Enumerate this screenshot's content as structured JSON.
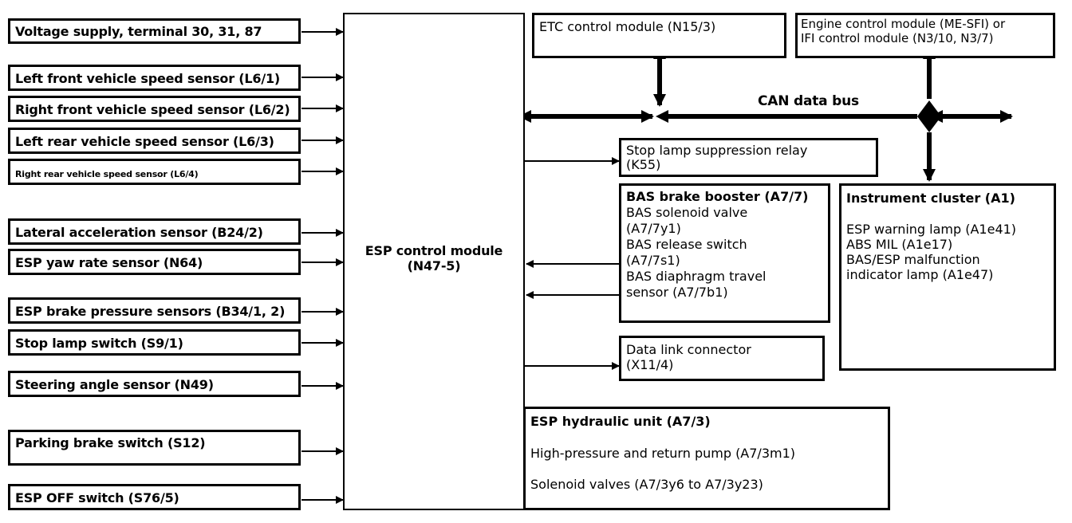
{
  "inputs": [
    {
      "name": "input-voltage-supply",
      "label": "Voltage supply, terminal 30, 31, 87"
    },
    {
      "name": "input-left-front-speed",
      "label": "Left front vehicle speed sensor (L6/1)"
    },
    {
      "name": "input-right-front-speed",
      "label": "Right front vehicle speed sensor (L6/2)"
    },
    {
      "name": "input-left-rear-speed",
      "label": "Left rear vehicle speed sensor (L6/3)"
    },
    {
      "name": "input-right-rear-speed",
      "label": "Right rear vehicle speed sensor (L6/4)"
    },
    {
      "name": "input-lateral-accel",
      "label": "Lateral acceleration sensor (B24/2)"
    },
    {
      "name": "input-yaw-rate",
      "label": "ESP yaw rate sensor (N64)"
    },
    {
      "name": "input-brake-pressure",
      "label": "ESP brake pressure sensors (B34/1, 2)"
    },
    {
      "name": "input-stop-lamp-switch",
      "label": "Stop lamp switch (S9/1)"
    },
    {
      "name": "input-steering-angle",
      "label": "Steering angle sensor (N49)"
    },
    {
      "name": "input-parking-brake",
      "label": "Parking brake switch (S12)"
    },
    {
      "name": "input-esp-off",
      "label": "ESP OFF switch (S76/5)"
    }
  ],
  "esp_module": {
    "line1": "ESP control module",
    "line2": "(N47-5)"
  },
  "etc_module": "ETC control module (N15/3)",
  "engine_module": {
    "line1": "Engine control module (ME-SFI) or",
    "line2": "IFI control module (N3/10, N3/7)"
  },
  "can_bus": "CAN data bus",
  "stop_relay": {
    "line1": "Stop lamp suppression relay",
    "line2": "(K55)"
  },
  "bas": {
    "line1": "BAS brake booster (A7/7)",
    "line2": "BAS solenoid valve",
    "line3": "(A7/7y1)",
    "line4": "BAS release switch",
    "line5": "(A7/7s1)",
    "line6": "BAS diaphragm travel",
    "line7": "sensor (A7/7b1)"
  },
  "cluster": {
    "title": "Instrument cluster (A1)",
    "line1": "ESP warning lamp (A1e41)",
    "line2": "ABS MIL (A1e17)",
    "line3": "BAS/ESP malfunction",
    "line4": "indicator lamp (A1e47)"
  },
  "dlc": {
    "line1": "Data link connector",
    "line2": "(X11/4)"
  },
  "hydraulic": {
    "title": "ESP hydraulic unit (A7/3)",
    "line1": "High-pressure and return pump (A7/3m1)",
    "line2": "Solenoid valves (A7/3y6 to A7/3y23)"
  }
}
